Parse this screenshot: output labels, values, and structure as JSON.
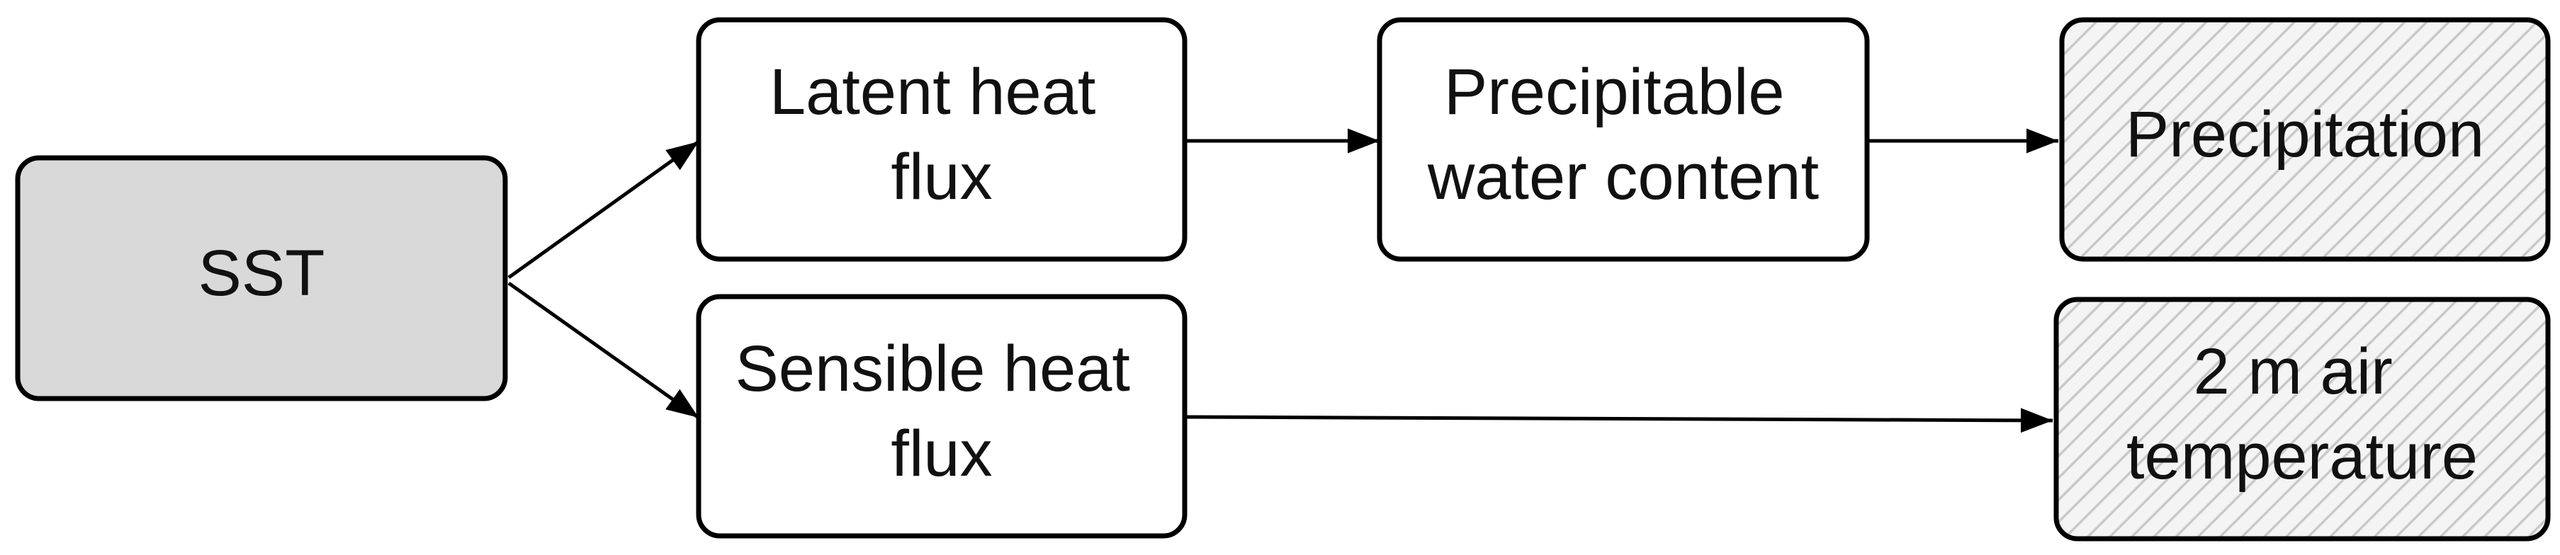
{
  "colors": {
    "source_fill": "#d9d9d9",
    "process_fill": "#ffffff",
    "outcome_fill": "#f4f4f4",
    "outcome_hatch": "#c9c9c9",
    "stroke": "#000000",
    "text": "#111111"
  },
  "nodes": {
    "sst": {
      "lines": [
        "SST"
      ]
    },
    "latent": {
      "lines": [
        "Latent heat",
        "flux"
      ]
    },
    "sensible": {
      "lines": [
        "Sensible heat",
        "flux"
      ]
    },
    "pwc": {
      "lines": [
        "Precipitable",
        "water content"
      ]
    },
    "precip": {
      "lines": [
        "Precipitation"
      ]
    },
    "air_temp": {
      "lines": [
        "2 m air",
        "temperature"
      ]
    }
  },
  "edges": [
    {
      "from": "sst",
      "to": "latent"
    },
    {
      "from": "sst",
      "to": "sensible"
    },
    {
      "from": "latent",
      "to": "pwc"
    },
    {
      "from": "pwc",
      "to": "precip"
    },
    {
      "from": "sensible",
      "to": "air_temp"
    }
  ]
}
